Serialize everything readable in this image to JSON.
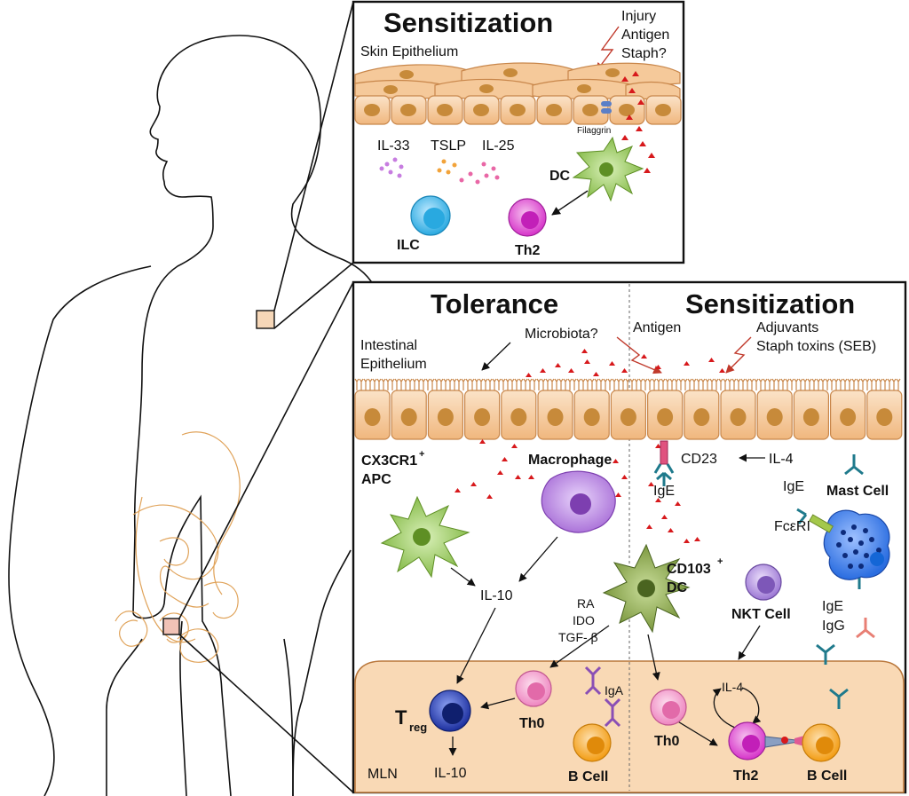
{
  "skin_panel": {
    "title": "Sensitization",
    "trigger_1": "Injury",
    "trigger_2": "Antigen",
    "trigger_3": "Staph?",
    "epithelium_label": "Skin Epithelium",
    "filaggrin_label": "Filaggrin",
    "cytokine_1": "IL-33",
    "cytokine_2": "TSLP",
    "cytokine_3": "IL-25",
    "dc_label": "DC",
    "ilc_label": "ILC",
    "th2_label": "Th2"
  },
  "gut_panel": {
    "tolerance_title": "Tolerance",
    "sensitization_title": "Sensitization",
    "microbiota_label": "Microbiota?",
    "antigen_label": "Antigen",
    "adjuvants_label": "Adjuvants",
    "staph_toxins_label": "Staph toxins (SEB)",
    "epithelium_label_1": "Intestinal",
    "epithelium_label_2": "Epithelium",
    "cx3cr1_label": "CX3CR1",
    "cx3cr1_sup": "+",
    "apc_label": "APC",
    "macrophage_label": "Macrophage",
    "cd23_label": "CD23",
    "il4_top_label": "IL-4",
    "ige_cd23_label": "IgE",
    "ige_mast_label": "IgE",
    "mast_cell_label": "Mast Cell",
    "fceri_label": "FcεRI",
    "il10_label": "IL-10",
    "ra_label": "RA",
    "ido_label": "IDO",
    "tgfb_label": "TGF- β",
    "cd103_label": "CD103",
    "cd103_sup": "+",
    "dc_label": "DC",
    "nkt_label": "NKT Cell",
    "ige_free_label": "IgE",
    "igg_label": "IgG",
    "iga_label": "IgA",
    "treg_label": "T",
    "treg_sub": "reg",
    "il10_bottom_label": "IL-10",
    "th0_left_label": "Th0",
    "bcell_left_label": "B Cell",
    "mln_label": "MLN",
    "il4_loop_label": "IL-4",
    "th0_right_label": "Th0",
    "th2_label": "Th2",
    "bcell_right_label": "B Cell"
  },
  "colors": {
    "skin_cell_fill": "#f5c99a",
    "skin_cell_stroke": "#c8864a",
    "nucleus": "#c78a3a",
    "antigen_red": "#d7191c",
    "ilc_blue": "#29a9e0",
    "th2_magenta": "#d633c9",
    "dc_green": "#8cc63f",
    "macrophage_purple": "#a66bd6",
    "mast_blue": "#2a6de0",
    "treg_navy": "#1c2f9e",
    "bcell_orange": "#f39c12",
    "th0_pink": "#ee85c0",
    "mln_fill": "#f9d9b5",
    "antibody_teal": "#1f7a8c",
    "antibody_purple": "#8a4fb5",
    "antibody_salmon": "#e87f74"
  }
}
